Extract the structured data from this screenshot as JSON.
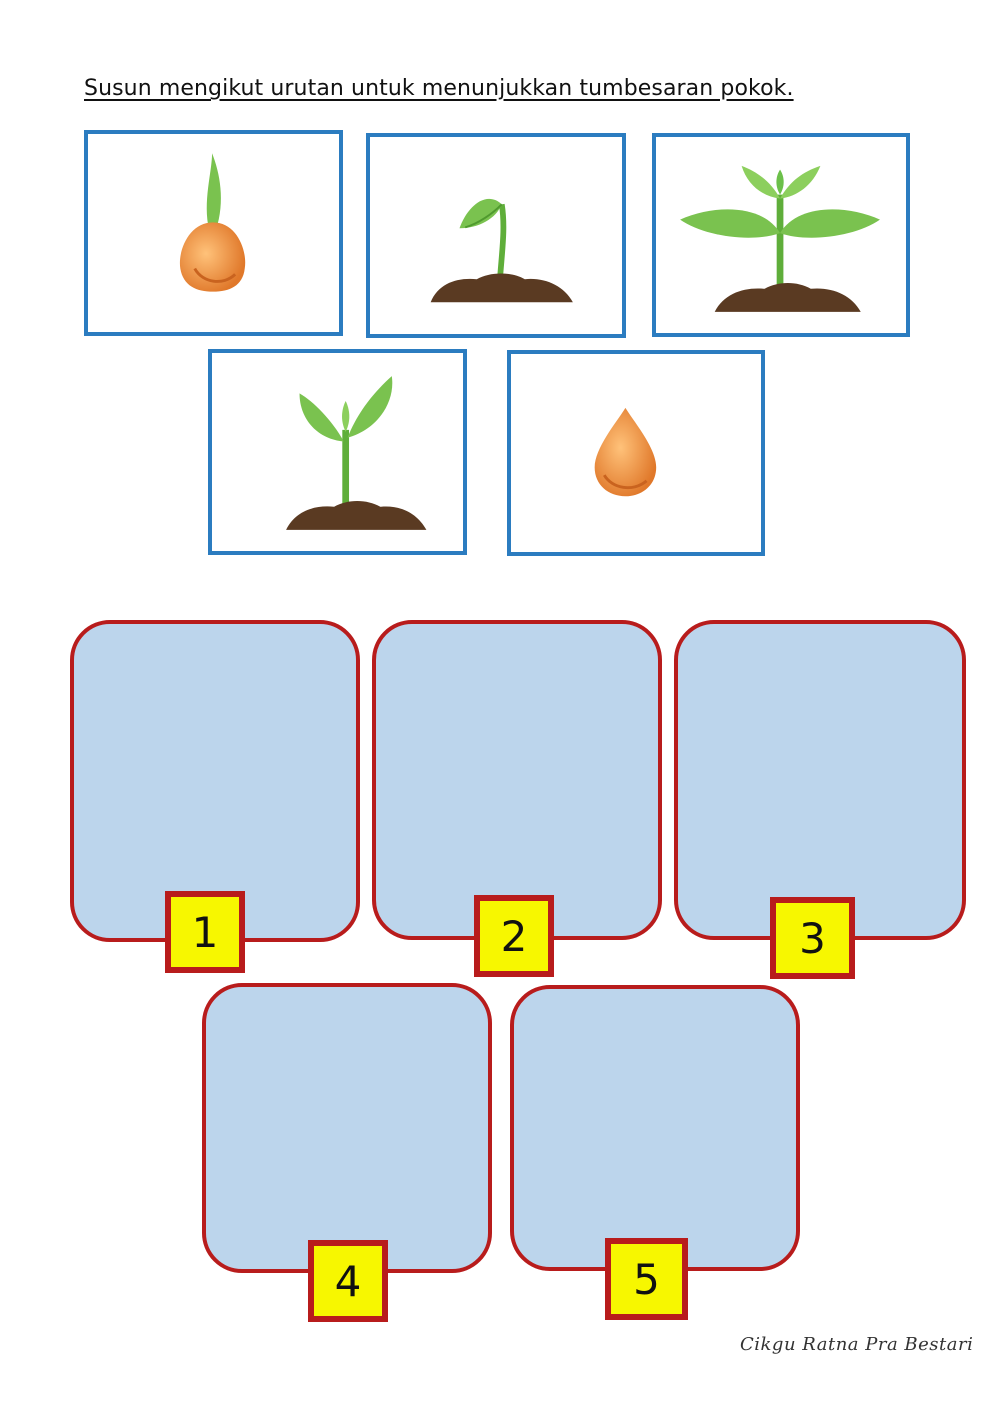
{
  "instruction": "Susun mengikut urutan untuk menunjukkan tumbesaran pokok.",
  "cards": [
    {
      "stage_icon": "germinating-seed"
    },
    {
      "stage_icon": "sprout-in-soil"
    },
    {
      "stage_icon": "young-plant-four-leaves"
    },
    {
      "stage_icon": "seedling-two-leaves"
    },
    {
      "stage_icon": "seed"
    }
  ],
  "slots": [
    {
      "number": "1"
    },
    {
      "number": "2"
    },
    {
      "number": "3"
    },
    {
      "number": "4"
    },
    {
      "number": "5"
    }
  ],
  "signature": "Cikgu Ratna Pra Bestari",
  "colors": {
    "card_border": "#2b7cc0",
    "slot_border": "#b81c1c",
    "slot_fill": "#bcd5ec",
    "number_fill": "#f7f700",
    "leaf": "#6cc04a",
    "soil": "#5a3a22",
    "seed": "#f0913a"
  }
}
